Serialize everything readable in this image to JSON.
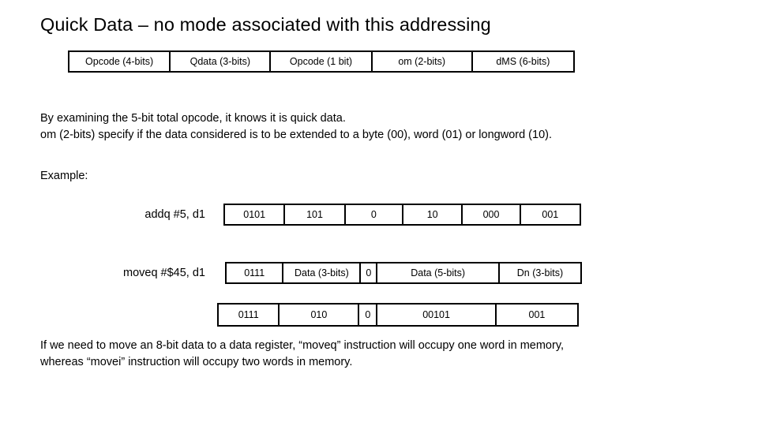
{
  "slide": {
    "title": "Quick Data – no mode associated with this addressing",
    "format_table": {
      "name": "quick-data-instruction-format",
      "cells": [
        {
          "label": "Opcode (4-bits)",
          "width": 129
        },
        {
          "label": "Qdata (3-bits)",
          "width": 128
        },
        {
          "label": "Opcode (1 bit)",
          "width": 129
        },
        {
          "label": "om (2-bits)",
          "width": 128
        },
        {
          "label": "dMS (6-bits)",
          "width": 128
        }
      ]
    },
    "explanation": {
      "line1": "By examining the 5-bit total opcode, it knows it is quick data.",
      "line2": "om (2-bits) specify if the data considered is to be extended to a byte (00), word (01) or longword (10)."
    },
    "example_label": "Example:",
    "examples": [
      {
        "name": "addq",
        "instruction": "addq #5, d1",
        "cells": [
          {
            "label": "0101",
            "width": 77
          },
          {
            "label": "101",
            "width": 77
          },
          {
            "label": "0",
            "width": 74
          },
          {
            "label": "10",
            "width": 76
          },
          {
            "label": "000",
            "width": 74
          },
          {
            "label": "001",
            "width": 75
          }
        ]
      },
      {
        "name": "moveq-fields",
        "instruction": "moveq #$45, d1",
        "cells": [
          {
            "label": "0111",
            "width": 73
          },
          {
            "label": "Data (3-bits)",
            "width": 99
          },
          {
            "label": "0",
            "width": 21
          },
          {
            "label": "Data (5-bits)",
            "width": 156
          },
          {
            "label": "Dn (3-bits)",
            "width": 103
          }
        ]
      },
      {
        "name": "moveq-bits",
        "instruction": "",
        "cells": [
          {
            "label": "0111",
            "width": 78
          },
          {
            "label": "010",
            "width": 102
          },
          {
            "label": "0",
            "width": 23
          },
          {
            "label": "00101",
            "width": 152
          },
          {
            "label": "001",
            "width": 103
          }
        ]
      }
    ],
    "footer": {
      "line1": "If we need to move an 8-bit data to a data register, “moveq” instruction will occupy one word in memory,",
      "line2": "whereas “movei” instruction will occupy two words in memory."
    }
  }
}
